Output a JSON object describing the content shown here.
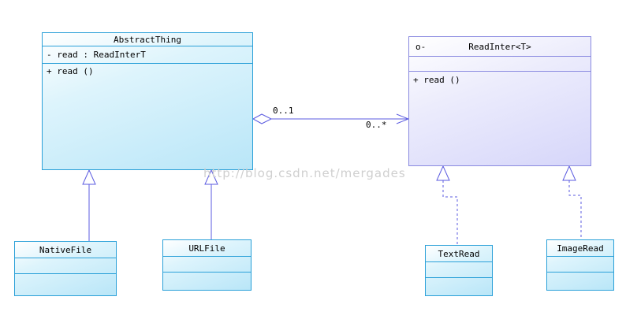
{
  "classes": {
    "abstract_thing": {
      "name": "AbstractThing",
      "attribute": "- read : ReadInterT",
      "operation": "+ read ()"
    },
    "read_inter": {
      "stereotype_icon": "o-",
      "name": "ReadInter<T>",
      "operation": "+ read ()"
    },
    "native_file": {
      "name": "NativeFile"
    },
    "url_file": {
      "name": "URLFile"
    },
    "text_read": {
      "name": "TextRead"
    },
    "image_read": {
      "name": "ImageRead"
    }
  },
  "association": {
    "source_multiplicity": "0..1",
    "target_multiplicity": "0..*"
  },
  "watermark": "http://blog.csdn.net/mergades",
  "colors": {
    "line": "#5b5be0",
    "class_border": "#2aa0d8",
    "interface_border": "#8a8ae0"
  }
}
